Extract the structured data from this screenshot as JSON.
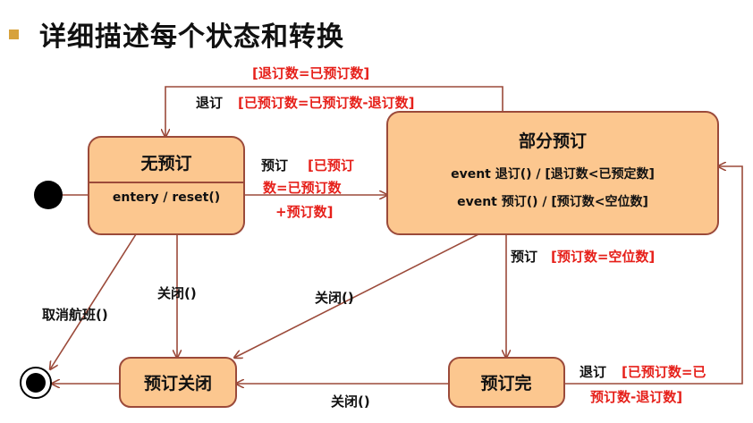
{
  "page": {
    "title": "详细描述每个状态和转换"
  },
  "states": {
    "none": {
      "name": "无预订",
      "activity": "entery / reset()"
    },
    "partial": {
      "name": "部分预订",
      "act1": "event 退订() / [退订数<已预定数]",
      "act2": "event 预订() / [预订数<空位数]"
    },
    "closed": {
      "name": "预订关闭"
    },
    "full": {
      "name": "预订完"
    }
  },
  "transitions": {
    "top_guard": "[退订数=已预订数]",
    "top_event": "退订",
    "top_guard2": "[已预订数=已预订数-退订数]",
    "book_event": "预订",
    "book_guard1": "[已预订",
    "book_guard2": "数=已预订数",
    "book_guard3": "+预订数]",
    "full_event": "预订",
    "full_guard": "[预订数=空位数]",
    "close1": "关闭()",
    "close2": "关闭()",
    "close3": "关闭()",
    "cancel": "取消航班()",
    "unbook_event": "退订",
    "unbook_guard1": "[已预订数=已",
    "unbook_guard2": "预订数-退订数]"
  }
}
